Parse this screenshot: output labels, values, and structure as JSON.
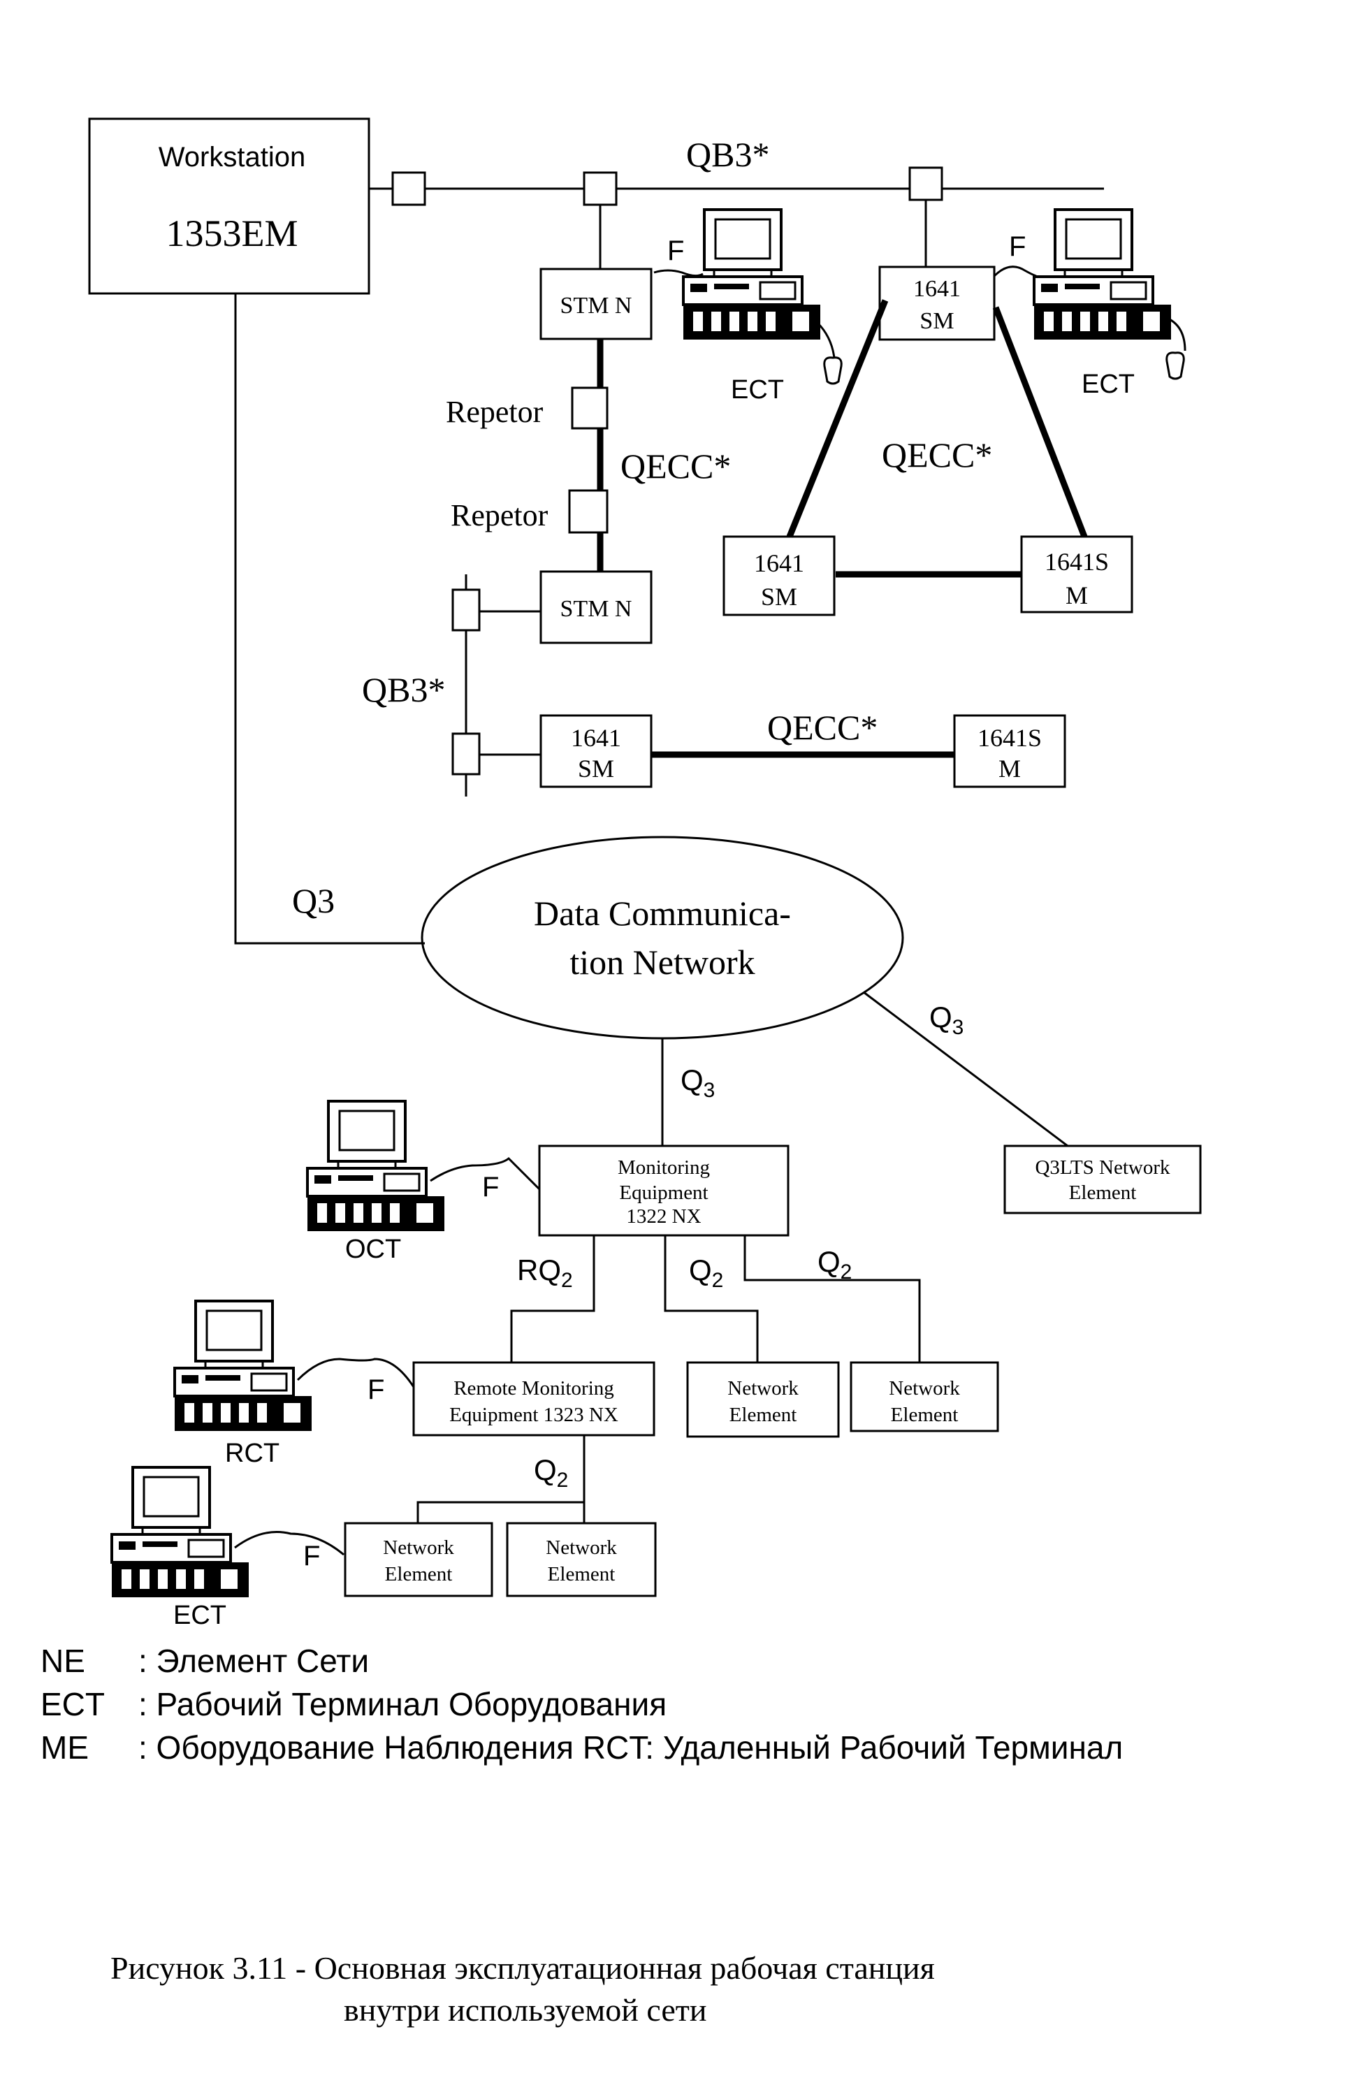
{
  "diagram": {
    "workstation": {
      "line1": "Workstation",
      "line2": "1353EM"
    },
    "bus_labels": {
      "qb3_top": "QB3*",
      "qb3_left": "QB3*",
      "q3": "Q3",
      "q3_down": "Q",
      "q3_right": "Q",
      "sub3": "3"
    },
    "link_labels": {
      "f": "F",
      "qecc": "QECC*",
      "repetor": "Repetor",
      "rq": "RQ",
      "q": "Q",
      "sub2": "2"
    },
    "nodes": {
      "stm_n": "STM N",
      "sm_1641_line1": "1641",
      "sm_1641_line2": "SM",
      "sm_1641s_line1": "1641S",
      "sm_1641s_line2": "M",
      "dcn_line1": "Data Communica-",
      "dcn_line2": "tion Network",
      "monitoring_line1": "Monitoring",
      "monitoring_line2": "Equipment",
      "monitoring_line3": "1322 NX",
      "q3lts_line1": "Q3LTS Network",
      "q3lts_line2": "Element",
      "remote_line1": "Remote Monitoring",
      "remote_line2": "Equipment 1323 NX",
      "ne_line1": "Network",
      "ne_line2": "Element"
    },
    "terminals": {
      "ect": "ECT",
      "oct": "OCT",
      "rct": "RCT"
    }
  },
  "legend": [
    {
      "abbr": "NE",
      "text": ": Элемент Сети"
    },
    {
      "abbr": "ECT",
      "text": ": Рабочий Терминал Оборудования"
    },
    {
      "abbr": "ME",
      "text": ": Оборудование Наблюдения RCT: Удаленный Рабочий Терминал"
    }
  ],
  "caption": {
    "line1": "Рисунок 3.11 - Основная эксплуатационная рабочая станция",
    "line2": "внутри используемой сети"
  }
}
